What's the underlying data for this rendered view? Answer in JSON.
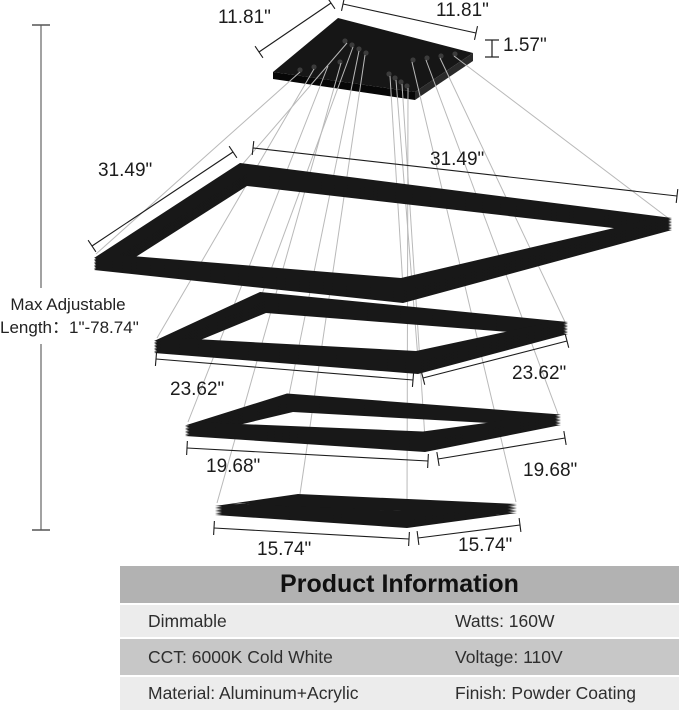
{
  "figure": {
    "dimensions": {
      "canopy_left": "11.81\"",
      "canopy_right": "11.81\"",
      "canopy_height": "1.57\"",
      "ring1_left": "31.49\"",
      "ring1_right": "31.49\"",
      "ring2_left": "23.62\"",
      "ring2_right": "23.62\"",
      "ring3_left": "19.68\"",
      "ring3_right": "19.68\"",
      "ring4_left": "15.74\"",
      "ring4_right": "15.74\""
    },
    "max_adjustable": {
      "line1": "Max Adjustable",
      "line2": "Length：1\"-78.74\""
    }
  },
  "product_table": {
    "title": "Product Information",
    "rows": [
      {
        "left": "Dimmable",
        "right": "Watts: 160W"
      },
      {
        "left": "CCT: 6000K Cold White",
        "right": "Voltage: 110V"
      },
      {
        "left": "Material: Aluminum+Acrylic",
        "right": "Finish: Powder Coating"
      }
    ]
  },
  "colors": {
    "ring": "#181818",
    "wire": "#b9b9b9",
    "dimension_line": "#1c1c1c",
    "table_header": "#b2b2b2",
    "table_row_light": "#ececec",
    "table_row_dark": "#c7c7c7"
  }
}
